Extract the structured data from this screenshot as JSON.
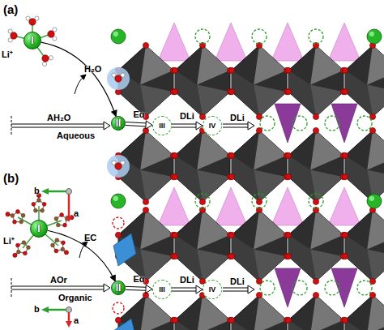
{
  "diagram": {
    "nodes": [
      {
        "text": [
          "I"
        ]
      },
      {
        "text": [
          "II"
        ]
      },
      {
        "text": [
          "III"
        ]
      },
      {
        "text": [
          "IV"
        ]
      },
      {
        "text": [
          "I"
        ]
      },
      {
        "text": [
          "II"
        ]
      },
      {
        "text": [
          "III"
        ]
      },
      {
        "text": [
          "IV"
        ]
      }
    ],
    "edges": [
      {
        "from": 0,
        "to": 1,
        "arrow": "to"
      },
      {
        "from": 1,
        "to": 2,
        "label": "Eα",
        "arrow": "to"
      },
      {
        "from": 2,
        "to": 3,
        "label": "DLi",
        "arrow": "to"
      },
      {
        "from": 4,
        "to": 5,
        "arrow": "to"
      },
      {
        "from": 5,
        "to": 6,
        "label": "Eα",
        "arrow": "to"
      },
      {
        "from": 6,
        "to": 7,
        "label": "DLi",
        "arrow": "to"
      }
    ],
    "labels": [
      "(a)",
      "Li⁺",
      "H₂O",
      "AH₂O",
      "Aqueous",
      "DLi",
      "b",
      "a",
      "(b)",
      "Li⁺",
      "EC",
      "AOr",
      "Organic",
      "DLi",
      "b",
      "a"
    ]
  }
}
